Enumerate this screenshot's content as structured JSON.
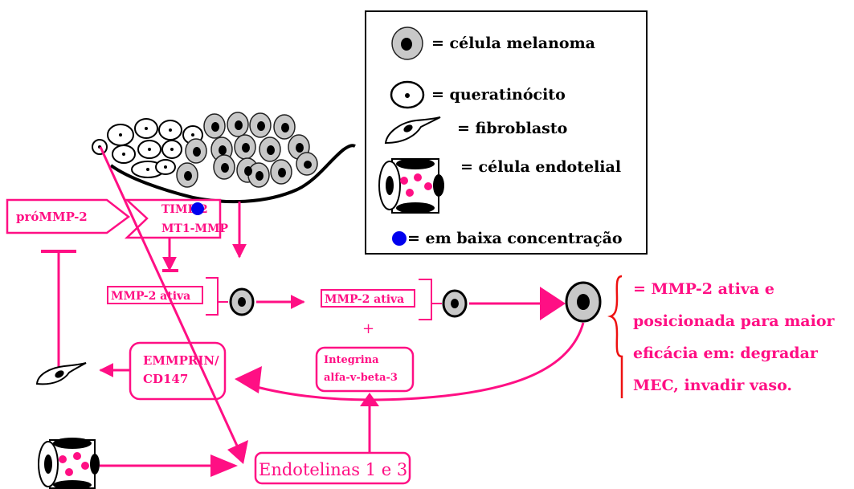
{
  "legend": {
    "melanoma": "= célula melanoma",
    "keratinocyte": "= queratinócito",
    "fibroblast": "= fibroblasto",
    "endothelial": "= célula endotelial",
    "low_conc": "= em baixa concentração"
  },
  "boxes": {
    "pro_mmp2": "próMMP-2",
    "timp2": "TIMP-2",
    "mt1mmp": "MT1-MMP",
    "mmp2_active_1": "MMP-2 ativa",
    "mmp2_active_2": "MMP-2 ativa",
    "plus": "+",
    "emmprin_line1": "EMMPRIN/",
    "emmprin_line2": "CD147",
    "integrin_line1": "Integrina",
    "integrin_line2": "alfa-v-beta-3",
    "endothelins": "Endotelinas 1 e 3"
  },
  "annotation": {
    "line1": "= MMP-2 ativa e",
    "line2": "posicionada para maior",
    "line3": "eficácia em: degradar",
    "line4": "MEC, invadir vaso."
  },
  "colors": {
    "accent": "#ff0f84",
    "red": "#ee1111",
    "blue": "#0000ee",
    "cell_gray": "#c8c8c8"
  }
}
